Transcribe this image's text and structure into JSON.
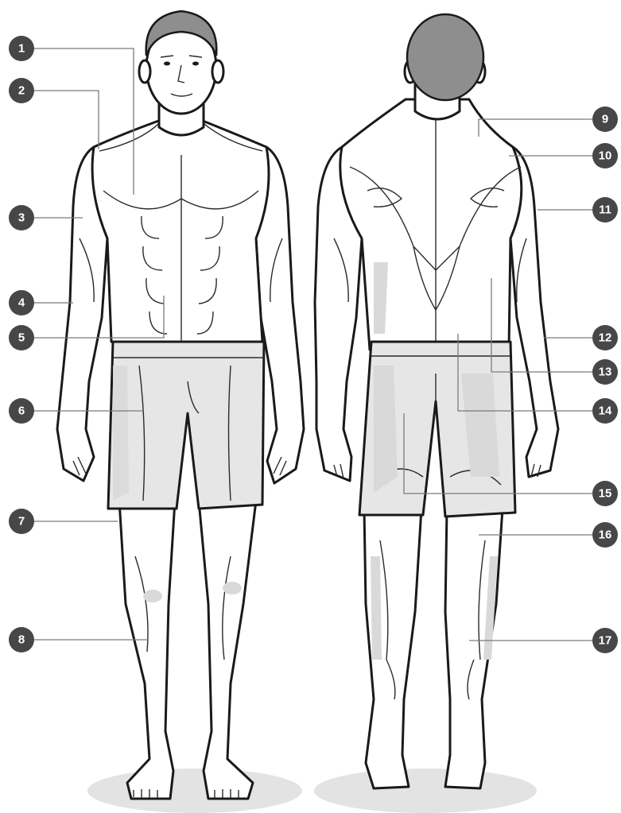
{
  "colors": {
    "marker": "#474747",
    "marker_text": "#ffffff",
    "outline": "#1a1a1a",
    "shorts": "#e6e6e6",
    "shadow": "#d9d9d9",
    "ground": "#e3e3e3",
    "leader": "#7a7a7a"
  },
  "figures": [
    {
      "view": "front",
      "icon": "front-figure-icon"
    },
    {
      "view": "back",
      "icon": "back-figure-icon"
    }
  ],
  "markers": [
    {
      "num": "1"
    },
    {
      "num": "2"
    },
    {
      "num": "3"
    },
    {
      "num": "4"
    },
    {
      "num": "5"
    },
    {
      "num": "6"
    },
    {
      "num": "7"
    },
    {
      "num": "8"
    },
    {
      "num": "9"
    },
    {
      "num": "10"
    },
    {
      "num": "11"
    },
    {
      "num": "12"
    },
    {
      "num": "13"
    },
    {
      "num": "14"
    },
    {
      "num": "15"
    },
    {
      "num": "16"
    },
    {
      "num": "17"
    }
  ]
}
